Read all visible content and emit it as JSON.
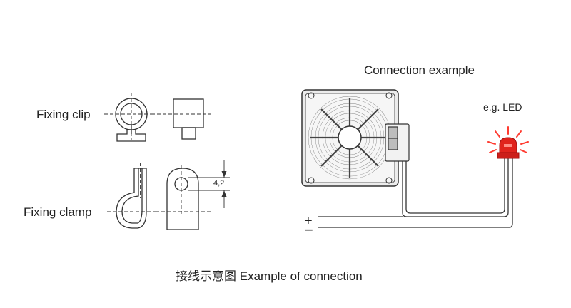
{
  "labels": {
    "fixing_clip": "Fixing clip",
    "fixing_clamp": "Fixing clamp",
    "connection_example": "Connection example",
    "led": "e.g. LED",
    "dimension": "4,2",
    "plus": "+",
    "minus": "−"
  },
  "caption": {
    "chinese": "接线示意图",
    "english": "Example of connection"
  },
  "colors": {
    "line": "#333333",
    "led_red": "#e0241d",
    "led_glow": "#ff3b30"
  }
}
